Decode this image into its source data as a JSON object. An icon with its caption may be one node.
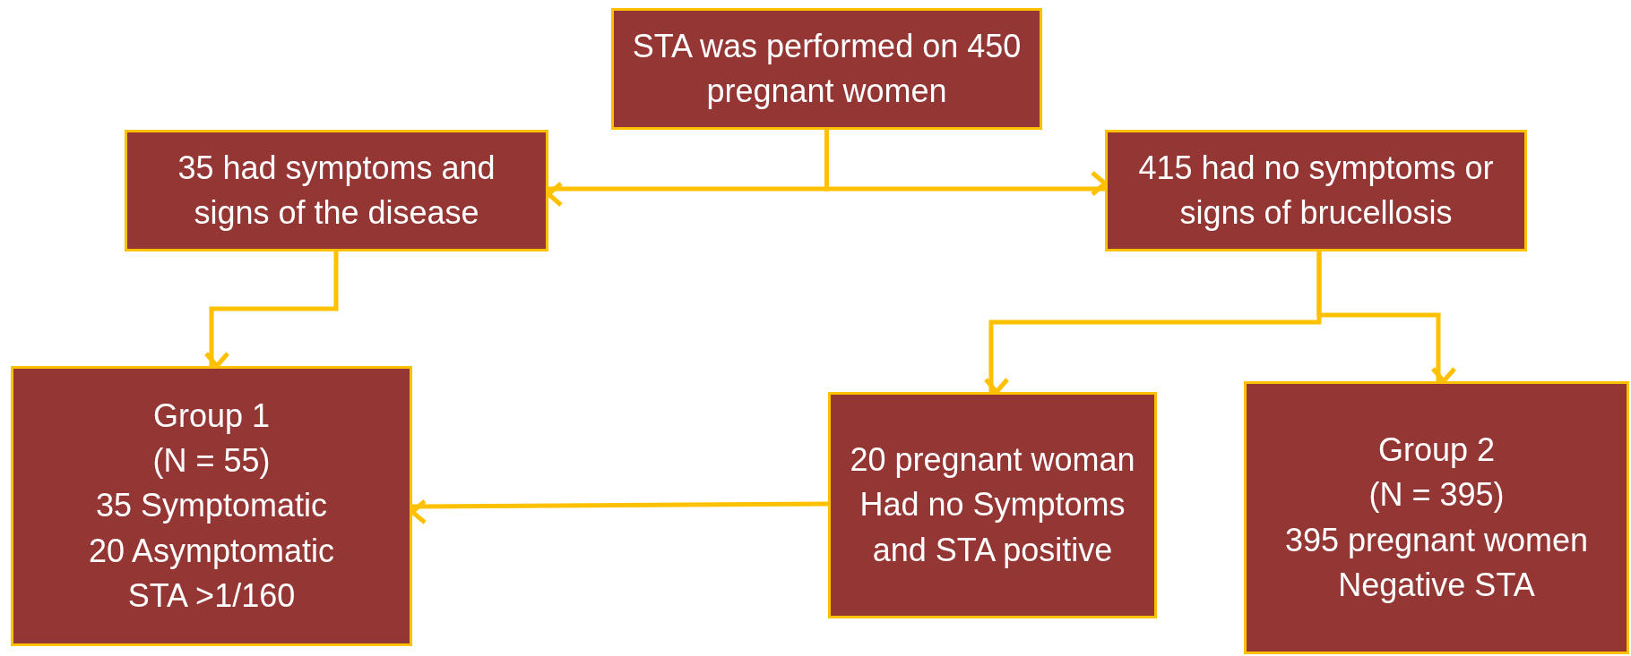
{
  "diagram": {
    "nodes": [
      {
        "text": [
          "STA was performed on 450 pregnant women"
        ]
      },
      {
        "text": [
          "35 had symptoms and signs of the disease"
        ]
      },
      {
        "text": [
          "415 had no symptoms or signs of brucellosis"
        ]
      },
      {
        "text": [
          "Group 1",
          "(N = 55)",
          "35 Symptomatic",
          "20 Asymptomatic",
          "STA >1/160"
        ]
      },
      {
        "text": [
          "20 pregnant woman Had no Symptoms and STA positive"
        ]
      },
      {
        "text": [
          "Group 2",
          "(N = 395)",
          "395 pregnant women Negative STA"
        ]
      }
    ],
    "edges": [
      {
        "from": 0,
        "to": 1,
        "arrow": "to"
      },
      {
        "from": 0,
        "to": 2,
        "arrow": "to"
      },
      {
        "from": 1,
        "to": 3,
        "arrow": "to"
      },
      {
        "from": 2,
        "to": 4,
        "arrow": "to"
      },
      {
        "from": 2,
        "to": 5,
        "arrow": "to"
      },
      {
        "from": 4,
        "to": 3,
        "arrow": "to"
      }
    ]
  }
}
